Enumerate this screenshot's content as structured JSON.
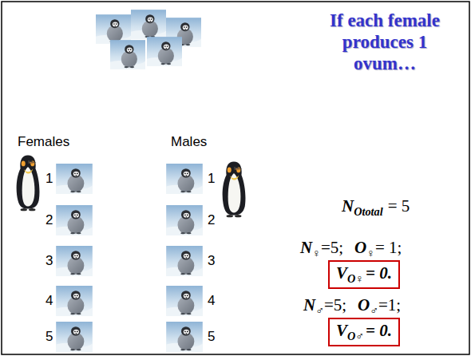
{
  "diagram": {
    "title": "If each female produces 1 ovum…",
    "nodes": [
      {
        "text": [
          "V",
          "O♀",
          "= 0."
        ]
      },
      {
        "text": [
          "V",
          "O♂",
          "= 0."
        ]
      }
    ],
    "labels": [
      "Females",
      "Males",
      "1",
      "2",
      "3",
      "4",
      "5",
      "1",
      "2",
      "3",
      "4",
      "5",
      "N",
      "Ototal",
      "= 5",
      "N",
      "♀",
      "=5;",
      "O",
      "♀",
      "= 1;",
      "N",
      "♂",
      "=5;",
      "O",
      "♂",
      "=1;"
    ]
  }
}
